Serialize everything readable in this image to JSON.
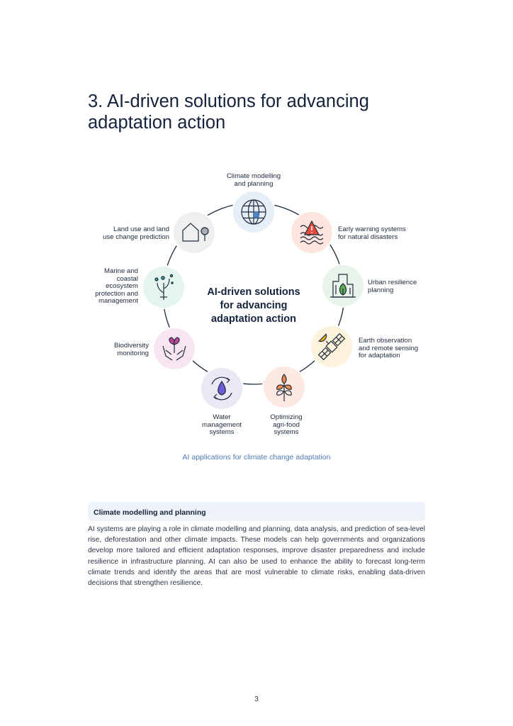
{
  "heading": "3. AI-driven solutions for advancing adaptation action",
  "diagram": {
    "center_text": [
      "AI-driven solutions",
      "for advancing",
      "adaptation action"
    ],
    "nodes": [
      {
        "label": [
          "Climate modelling",
          "and planning"
        ],
        "icon": "globe-icon",
        "color": "#e6eef8"
      },
      {
        "label": [
          "Early warning systems",
          "for natural disasters"
        ],
        "icon": "warning-waves-icon",
        "color": "#fde4df"
      },
      {
        "label": [
          "Urban resilience",
          "planning"
        ],
        "icon": "building-leaf-icon",
        "color": "#e8f4ea"
      },
      {
        "label": [
          "Earth observation",
          "and remote sensing",
          "for adaptation"
        ],
        "icon": "satellite-icon",
        "color": "#fdf3dc"
      },
      {
        "label": [
          "Optimizing",
          "agri-food",
          "systems"
        ],
        "icon": "wheat-icon",
        "color": "#fde9e1"
      },
      {
        "label": [
          "Water",
          "management",
          "systems"
        ],
        "icon": "water-cycle-icon",
        "color": "#ebe8f6"
      },
      {
        "label": [
          "Biodiversity",
          "monitoring"
        ],
        "icon": "hands-plant-icon",
        "color": "#f7e6f2"
      },
      {
        "label": [
          "Marine and",
          "coastal",
          "ecosystem",
          "protection and",
          "management"
        ],
        "icon": "coral-icon",
        "color": "#e4f4ef"
      },
      {
        "label": [
          "Land use and land",
          "use change prediction"
        ],
        "icon": "house-tree-icon",
        "color": "#efefef"
      }
    ]
  },
  "caption": "AI applications for climate change adaptation",
  "section": {
    "title": "Climate modelling and planning",
    "body": "AI systems are playing a role in climate modelling and planning, data analysis, and prediction of sea-level rise, deforestation and other climate impacts. These models can help governments and organizations develop more tailored and efficient adaptation responses, improve disaster preparedness and include resilience in infrastructure planning. AI can also be used to enhance the ability to forecast long-term climate trends and identify the areas that are most vulnerable to climate risks, enabling data-driven decisions that strengthen resilience."
  },
  "page_number": "3"
}
